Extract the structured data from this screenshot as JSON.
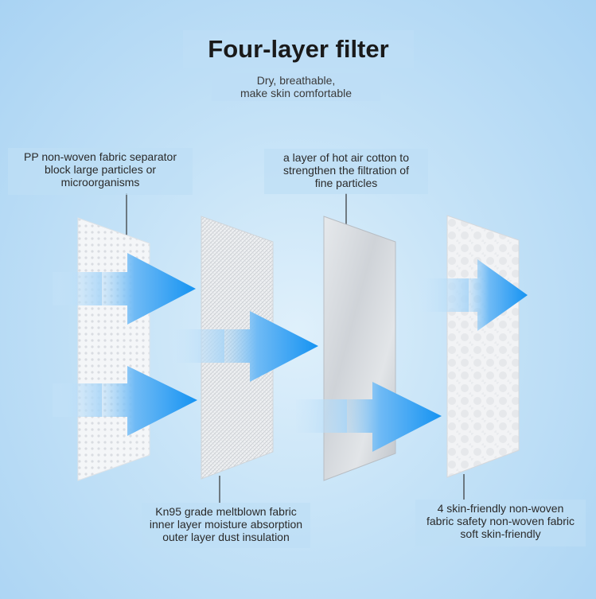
{
  "header": {
    "title": "Four-layer filter",
    "subtitle_line1": "Dry, breathable,",
    "subtitle_line2": "make skin comfortable"
  },
  "layers": [
    {
      "name": "pp-separator",
      "label_lines": [
        "PP non-woven fabric separator",
        "block large particles or",
        "microorganisms"
      ]
    },
    {
      "name": "meltblown",
      "label_lines": [
        "Kn95 grade meltblown fabric",
        "inner layer moisture absorption",
        "outer layer dust insulation"
      ]
    },
    {
      "name": "hot-air-cotton",
      "label_lines": [
        "a layer of hot air cotton to",
        "strengthen the filtration of",
        "fine particles"
      ]
    },
    {
      "name": "skin-friendly",
      "label_lines": [
        "4 skin-friendly non-woven",
        "fabric safety non-woven fabric",
        "soft skin-friendly"
      ]
    }
  ],
  "colors": {
    "arrow_start": "#9fd2f7",
    "arrow_end": "#1593f2",
    "background": "#c4e2f7",
    "leader_line": "#333333"
  }
}
